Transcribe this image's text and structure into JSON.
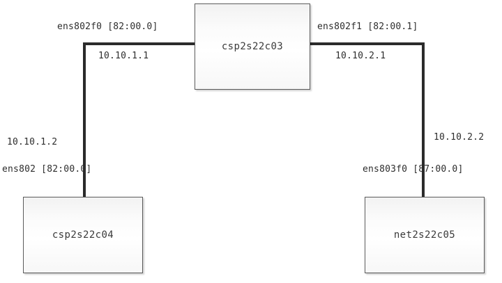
{
  "diagram": {
    "type": "network-topology",
    "background_color": "#ffffff",
    "line_color": "#2b2b2b",
    "text_color": "#2d2d2d",
    "nodes": [
      {
        "id": "top",
        "label": "csp2s22c03"
      },
      {
        "id": "left",
        "label": "csp2s22c04"
      },
      {
        "id": "right",
        "label": "net2s22c05"
      }
    ],
    "links": [
      {
        "id": "link-left",
        "from": "csp2s22c03",
        "to": "csp2s22c04",
        "source_interface": "ens802f0 [82:00.0]",
        "source_ip": "10.10.1.1",
        "target_interface": "ens802 [82:00.0]",
        "target_ip": "10.10.1.2"
      },
      {
        "id": "link-right",
        "from": "csp2s22c03",
        "to": "net2s22c05",
        "source_interface": "ens802f1 [82:00.1]",
        "source_ip": "10.10.2.1",
        "target_interface": "ens803f0 [87:00.0]",
        "target_ip": "10.10.2.2"
      }
    ]
  }
}
